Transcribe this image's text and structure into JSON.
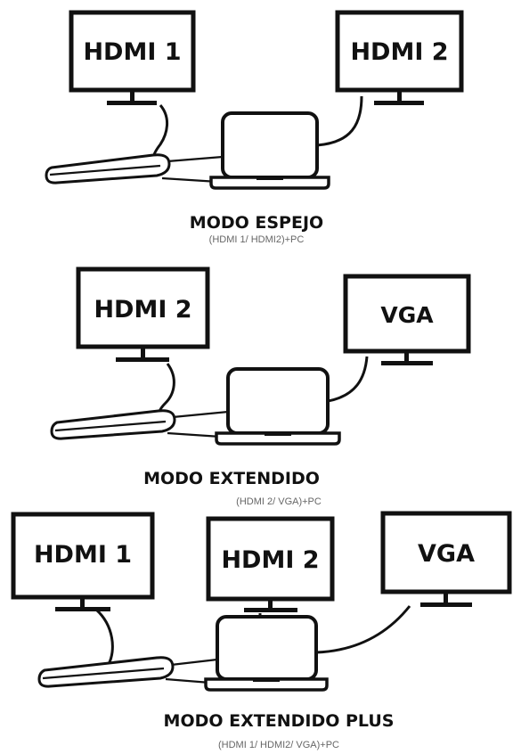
{
  "colors": {
    "ink": "#111111",
    "subtitle": "#666666",
    "background": "#ffffff"
  },
  "modes": [
    {
      "title": "MODO ESPEJO",
      "subtitle": "(HDMI 1/ HDMI2)+PC",
      "monitors": [
        {
          "label": "HDMI 1"
        },
        {
          "label": "HDMI 2"
        }
      ]
    },
    {
      "title": "MODO EXTENDIDO",
      "subtitle": "(HDMI 2/ VGA)+PC",
      "monitors": [
        {
          "label": "HDMI 2"
        },
        {
          "label": "VGA"
        }
      ]
    },
    {
      "title": "MODO EXTENDIDO PLUS",
      "subtitle": "(HDMI 1/ HDMI2/ VGA)+PC",
      "monitors": [
        {
          "label": "HDMI 1"
        },
        {
          "label": "HDMI 2"
        },
        {
          "label": "VGA"
        }
      ]
    }
  ]
}
